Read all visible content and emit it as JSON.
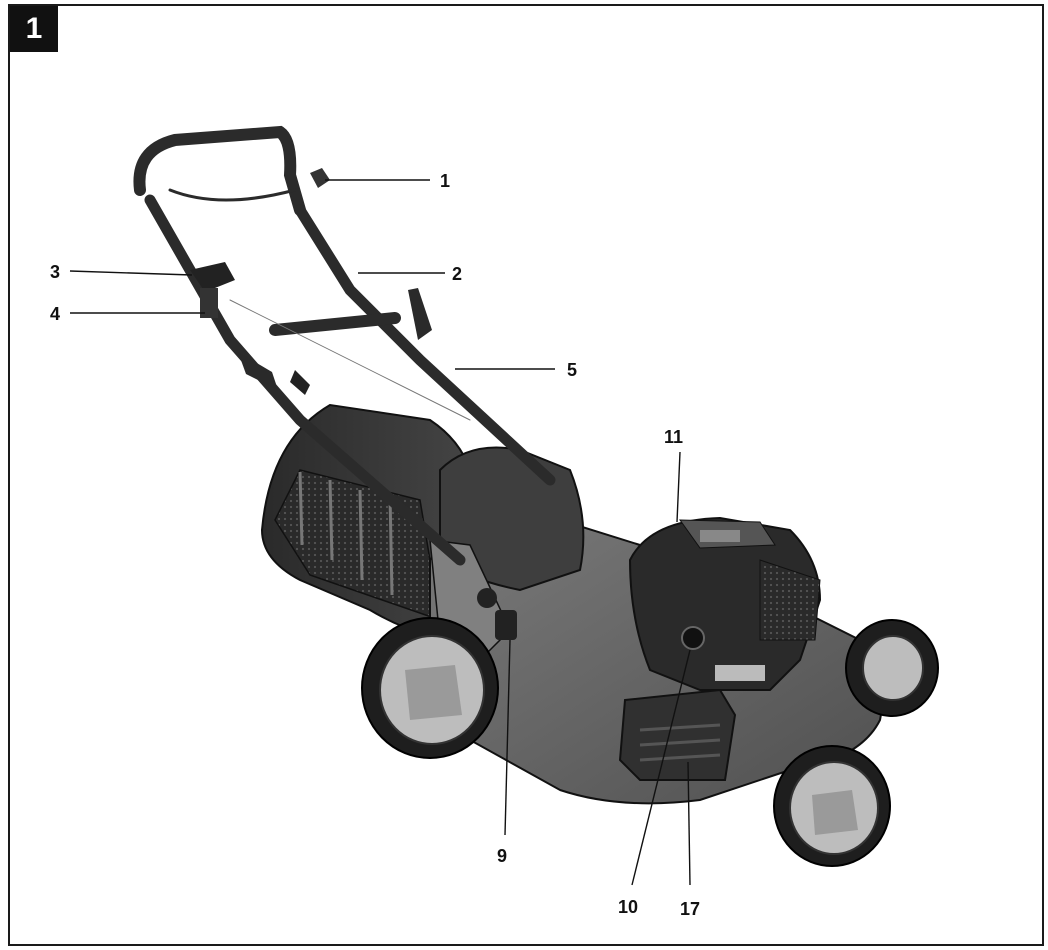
{
  "figure": {
    "number": "1"
  },
  "callouts": [
    {
      "id": "c1",
      "label": "1"
    },
    {
      "id": "c2",
      "label": "2"
    },
    {
      "id": "c3",
      "label": "3"
    },
    {
      "id": "c4",
      "label": "4"
    },
    {
      "id": "c5",
      "label": "5"
    },
    {
      "id": "c9",
      "label": "9"
    },
    {
      "id": "c10",
      "label": "10"
    },
    {
      "id": "c11",
      "label": "11"
    },
    {
      "id": "c17",
      "label": "17"
    }
  ],
  "colors": {
    "deck": "#6a6a6a",
    "deck_dark": "#3c3c3c",
    "engine": "#262626",
    "handle": "#2e2e2e",
    "wheel_hub": "#bdbdbd",
    "tire": "#1e1e1e",
    "text": "#111111"
  }
}
